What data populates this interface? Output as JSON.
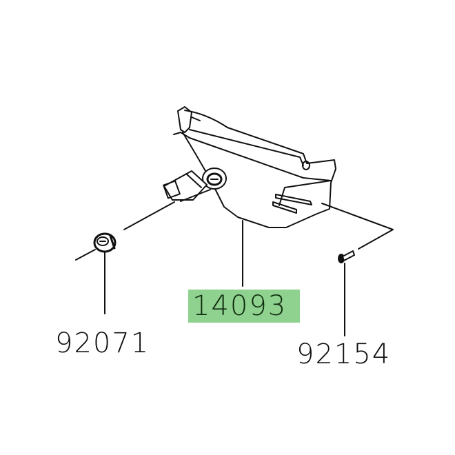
{
  "diagram": {
    "parts": [
      {
        "number": "14093",
        "highlighted": true
      },
      {
        "number": "92071",
        "highlighted": false
      },
      {
        "number": "92154",
        "highlighted": false
      }
    ],
    "highlight_color": "#8fd18f"
  }
}
